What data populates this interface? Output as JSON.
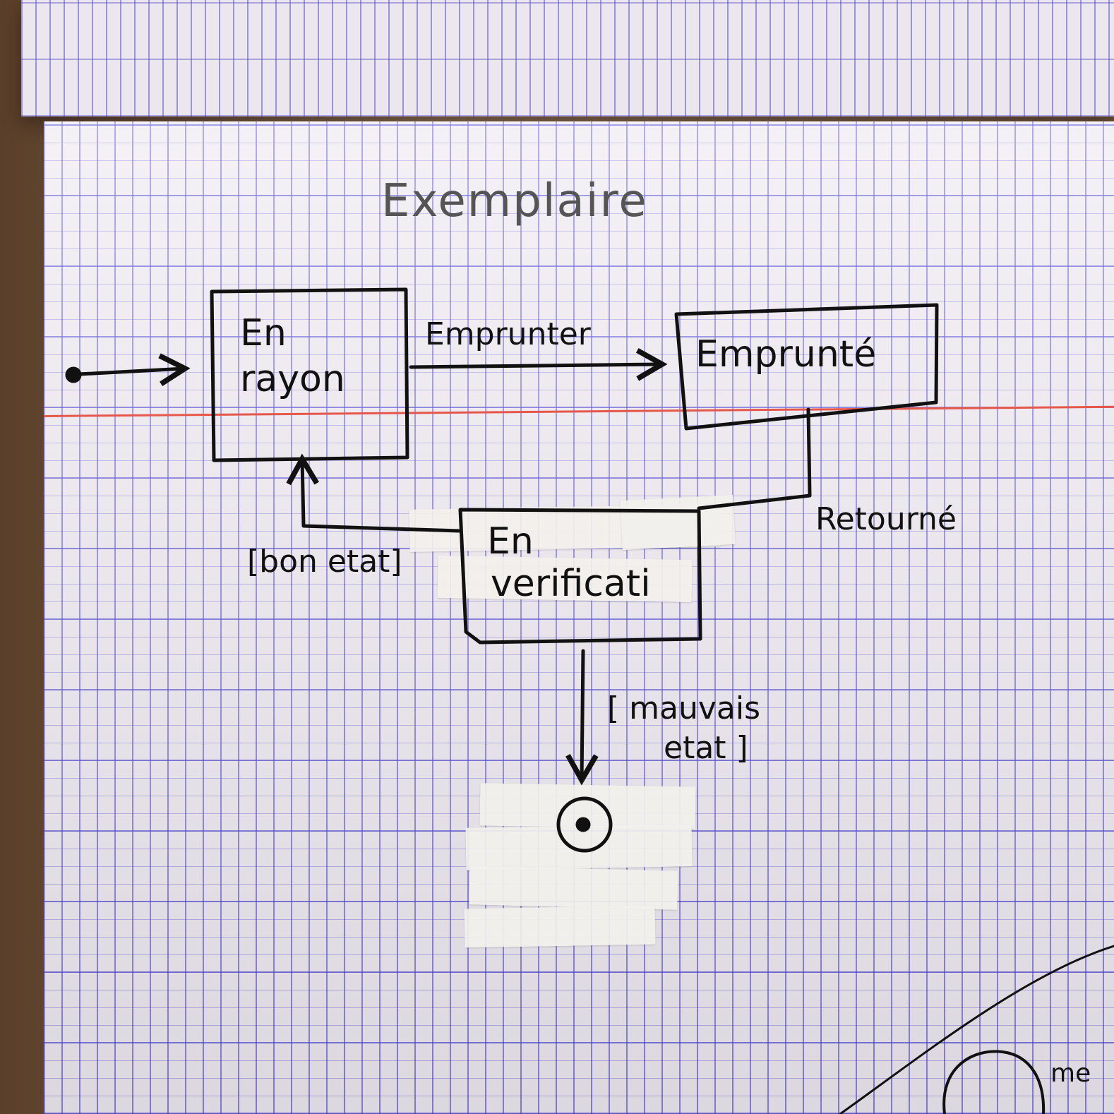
{
  "diagram": {
    "title": "Exemplaire",
    "states": {
      "en_rayon": {
        "line1": "En",
        "line2": "rayon"
      },
      "emprunte": {
        "label": "Emprunté"
      },
      "en_verification": {
        "line1": "En",
        "line2": "verificati"
      }
    },
    "transitions": {
      "emprunter": "Emprunter",
      "retourne": "Retourné",
      "bon_etat": "[bon etat]",
      "mauvais_etat_line1": "[ mauvais",
      "mauvais_etat_line2": "etat ]"
    },
    "corner_text": "me"
  },
  "colors": {
    "ink": "#111111",
    "paper": "#efeaf2",
    "grid": "#4a3fd2",
    "margin": "#e4574a",
    "tape": "#f2f0ec"
  }
}
